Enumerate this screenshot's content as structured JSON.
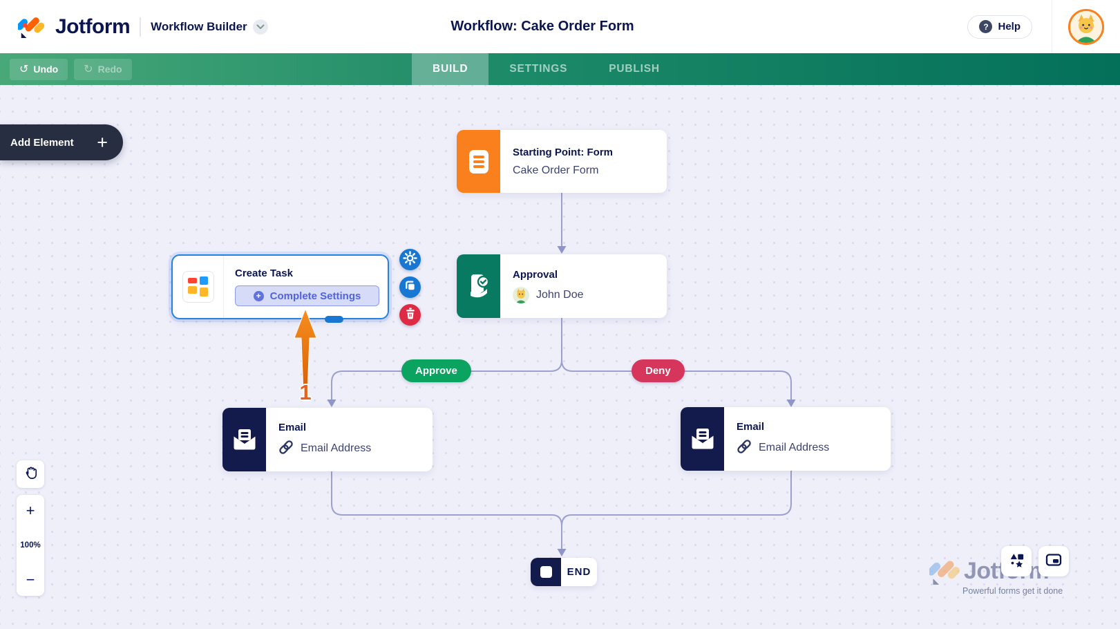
{
  "header": {
    "brand": "Jotform",
    "product": "Workflow Builder",
    "title": "Workflow: Cake Order Form",
    "help_label": "Help"
  },
  "toolbar": {
    "undo": "Undo",
    "redo": "Redo",
    "active_tab": "BUILD",
    "tabs": [
      {
        "label": "BUILD"
      },
      {
        "label": "SETTINGS"
      },
      {
        "label": "PUBLISH"
      }
    ]
  },
  "canvas": {
    "add_element": "Add Element",
    "nodes": {
      "start": {
        "title": "Starting Point: Form",
        "subtitle": "Cake Order Form"
      },
      "create_task": {
        "title": "Create Task",
        "settings_button": "Complete Settings"
      },
      "approval": {
        "title": "Approval",
        "assignee": "John Doe"
      },
      "email_approve": {
        "title": "Email",
        "link_label": "Email Address"
      },
      "email_deny": {
        "title": "Email",
        "link_label": "Email Address"
      },
      "end": {
        "label": "END"
      }
    },
    "branch_labels": {
      "approve": "Approve",
      "deny": "Deny"
    },
    "annotation": {
      "step": "1"
    }
  },
  "zoom_panel": {
    "level": "100%",
    "zoom_in": "+",
    "zoom_out": "−"
  },
  "glyphs": {
    "undo": "↺",
    "redo": "↻",
    "add_plus": "+",
    "help_qmark": "?",
    "settings_plus": "+"
  },
  "watermark": {
    "brand": "Jotform",
    "tagline": "Powerful forms get it done"
  },
  "colors": {
    "topbar_green": "#2E8F66",
    "active_tab_green": "#7CBD97",
    "canvas_bg": "#EFEFFA",
    "node_navy": "#0A1551",
    "start_orange": "#F9801D",
    "approval_green": "#087A62",
    "email_navy": "#131B4D",
    "selection_blue": "#2580E3",
    "action_blue": "#1777D3",
    "danger_red": "#DE2B43",
    "approve_green": "#0AA35F",
    "deny_red": "#D6365B",
    "connector": "#9BA0CE",
    "annotation_orange": "#E8611C"
  }
}
